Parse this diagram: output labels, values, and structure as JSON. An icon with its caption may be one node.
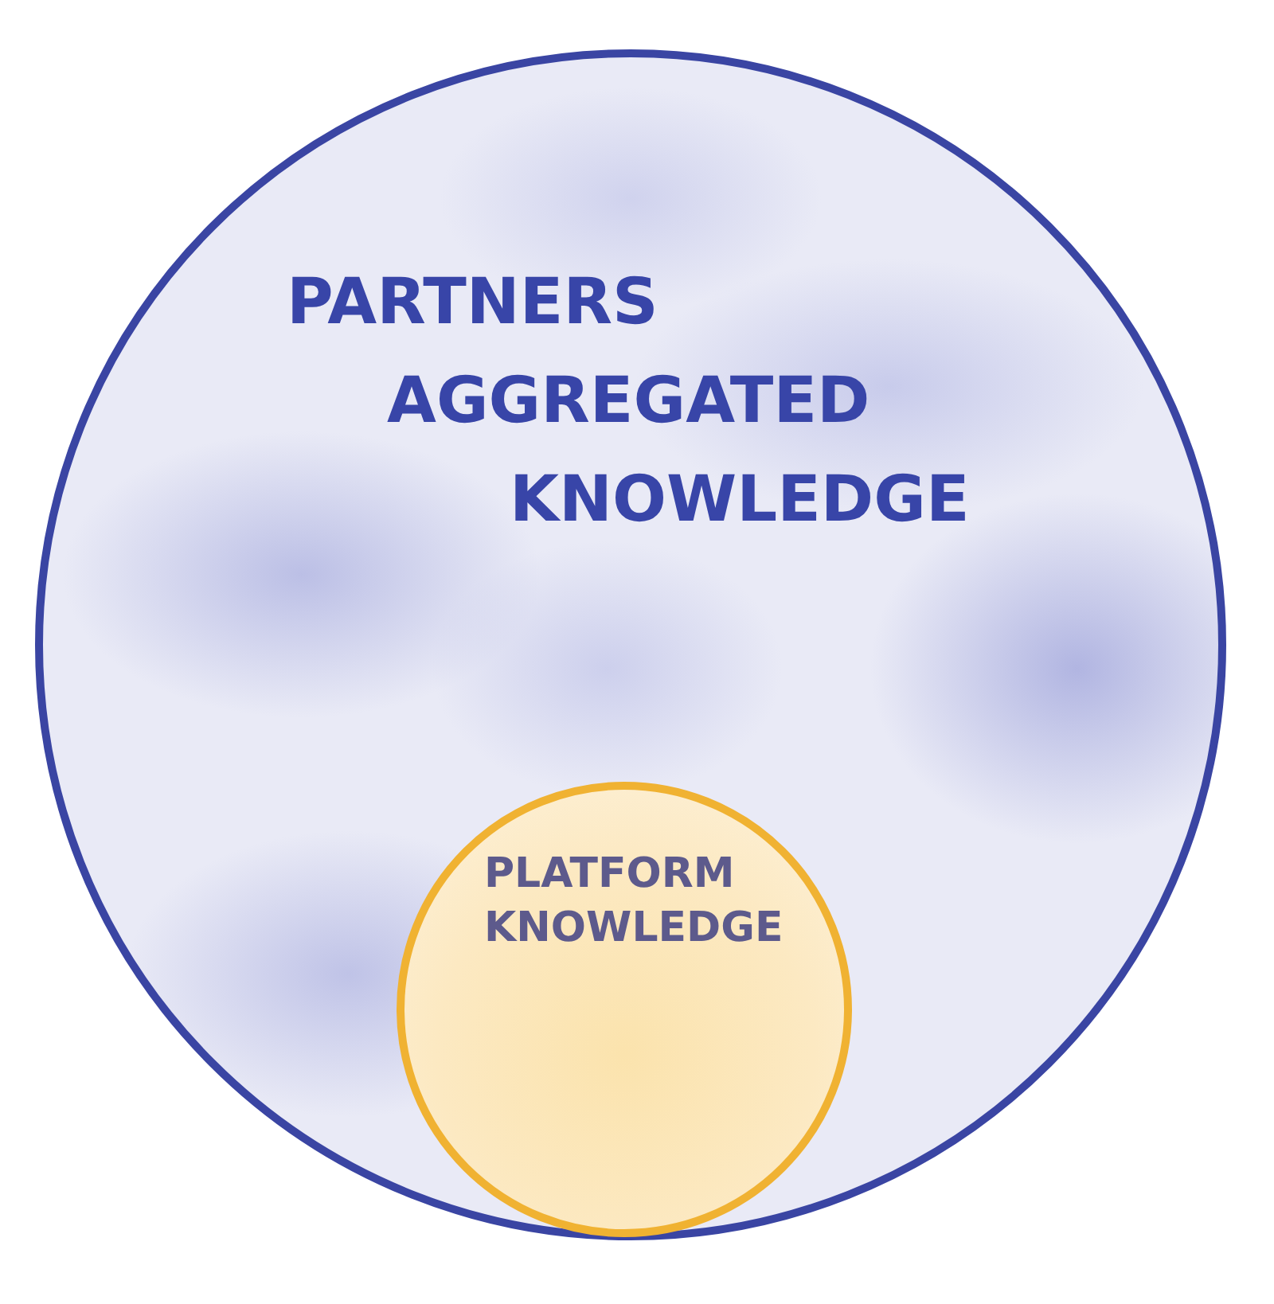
{
  "diagram": {
    "nodes": [
      {
        "text": [
          "PARTNERS AGGREGATED KNOWLEDGE"
        ]
      },
      {
        "text": [
          "PLATFORM KNOWLEDGE"
        ],
        "in": 0
      }
    ]
  }
}
